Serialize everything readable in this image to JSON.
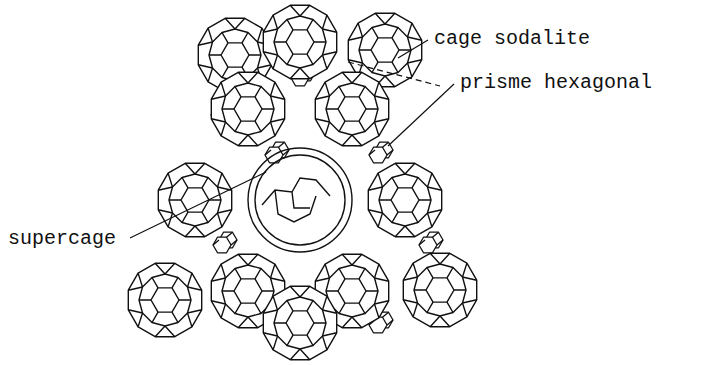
{
  "diagram": {
    "labels": [
      "cage sodalite",
      "prisme hexagonal",
      "supercage"
    ]
  }
}
